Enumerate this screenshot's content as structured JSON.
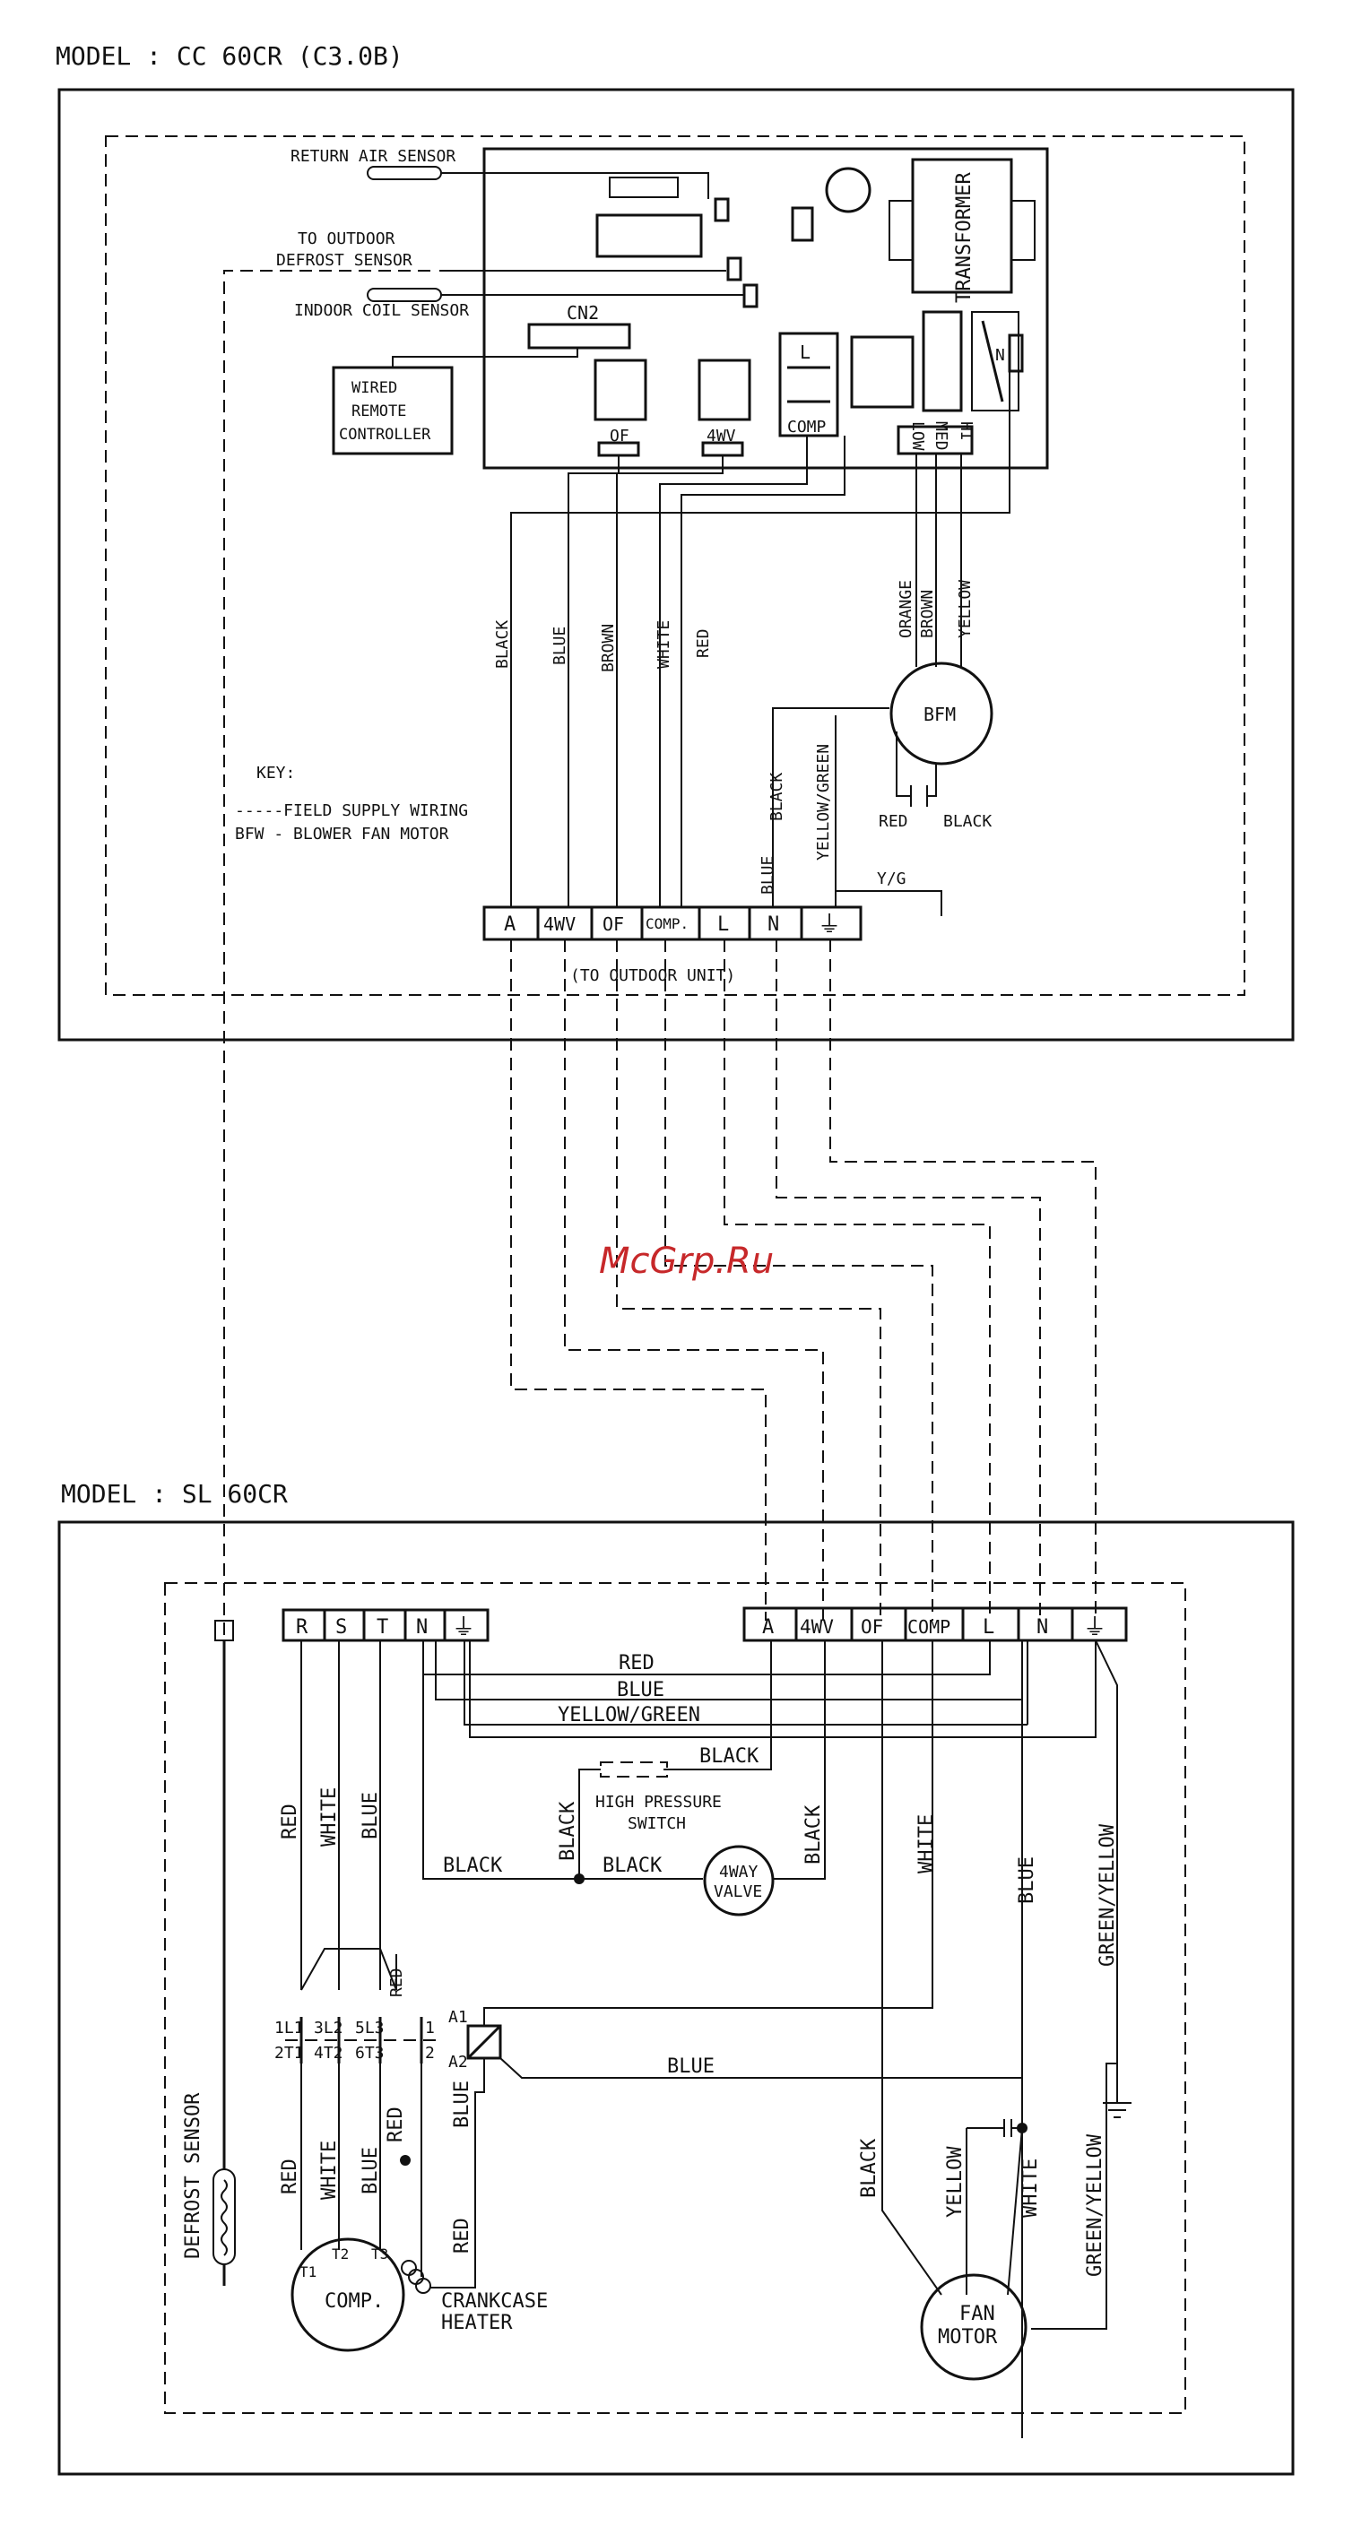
{
  "indoor": {
    "model_title": "MODEL : CC 60CR (C3.0B)",
    "sensors": {
      "return_air": "RETURN AIR SENSOR",
      "to_outdoor_line1": "TO OUTDOOR",
      "defrost": "DEFROST SENSOR",
      "indoor_coil": "INDOOR COIL SENSOR"
    },
    "pcb": {
      "cn2": "CN2",
      "transformer": "TRANSFORMER",
      "of": "OF",
      "wv4": "4WV",
      "comp_l": "L",
      "comp": "COMP",
      "low": "LOW",
      "med": "MED",
      "hi": "HI",
      "n": "N"
    },
    "remote": [
      "WIRED",
      "REMOTE",
      "CONTROLLER"
    ],
    "wires": [
      "BLACK",
      "BLUE",
      "BROWN",
      "WHITE",
      "RED"
    ],
    "motor_wires": [
      "ORANGE",
      "BROWN",
      "YELLOW"
    ],
    "motor_label": "BFM",
    "motor_leads": {
      "red": "RED",
      "black": "BLACK"
    },
    "extra_wires": {
      "black": "BLACK",
      "blue": "BLUE",
      "yg": "YELLOW/GREEN",
      "yg_short": "Y/G"
    },
    "key": [
      "KEY:",
      "-----FIELD SUPPLY WIRING",
      "BFW - BLOWER FAN MOTOR"
    ],
    "terminals": [
      "A",
      "4WV",
      "OF",
      "COMP.",
      "L",
      "N",
      "⏚"
    ],
    "terminal_caption": "(TO OUTDOOR UNIT)"
  },
  "watermark": "McGrp.Ru",
  "outdoor": {
    "model_title": "MODEL : SL 60CR",
    "power_terminals": [
      "R",
      "S",
      "T",
      "N",
      "⏚"
    ],
    "signal_terminals": [
      "A",
      "4WV",
      "OF",
      "COMP",
      "L",
      "N",
      "⏚"
    ],
    "bus_wires": [
      "RED",
      "BLUE",
      "YELLOW/GREEN",
      "BLACK"
    ],
    "hp_switch": [
      "HIGH PRESSURE",
      "SWITCH"
    ],
    "valve": [
      "4WAY",
      "VALVE"
    ],
    "left_wires": [
      "RED",
      "WHITE",
      "BLUE"
    ],
    "black_labels": [
      "BLACK",
      "BLACK",
      "BLACK",
      "BLACK",
      "BLACK"
    ],
    "contactor_top": [
      "1L1",
      "3L2",
      "5L3",
      "1"
    ],
    "contactor_bot": [
      "2T1",
      "4T2",
      "6T3",
      "2"
    ],
    "coil": [
      "A1",
      "A2"
    ],
    "lower_wires": [
      "RED",
      "WHITE",
      "BLUE",
      "RED",
      "BLUE",
      "RED",
      "RED"
    ],
    "comp_terms": [
      "T1",
      "T2",
      "T3"
    ],
    "comp_label": "COMP.",
    "crankcase": [
      "CRANKCASE",
      "HEATER"
    ],
    "defrost_sensor": "DEFROST SENSOR",
    "right_wires": {
      "white": "WHITE",
      "blue": "BLUE",
      "gy": "GREEN/YELLOW",
      "blue2": "BLUE",
      "black": "BLACK",
      "yellow": "YELLOW",
      "white2": "WHITE",
      "gy2": "GREEN/YELLOW"
    },
    "fan_motor": [
      "FAN",
      "MOTOR"
    ]
  }
}
